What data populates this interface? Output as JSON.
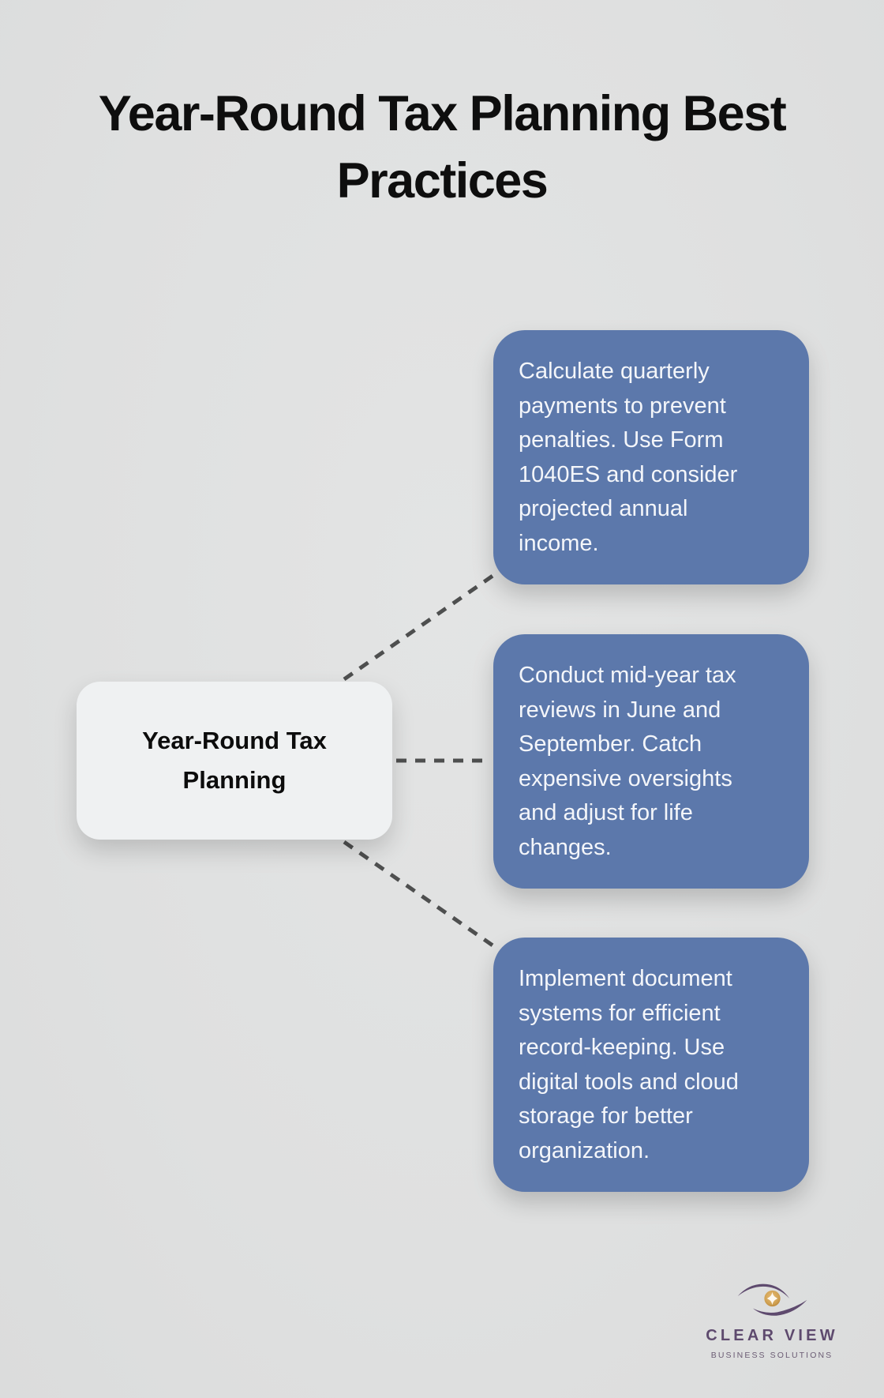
{
  "page": {
    "background_color": "#e0e1e1"
  },
  "title": {
    "text": "Year-Round Tax Planning Best\nPractices",
    "color": "#0e0e0e"
  },
  "diagram": {
    "center_node": {
      "label": "Year-Round Tax\nPlanning",
      "background_color": "#eff1f2"
    },
    "connector_color": "#4e4f4f",
    "branch_background_color": "#5c78ab",
    "branch_text_color": "#f4f6fa",
    "branches": [
      {
        "text": "Calculate quarterly\npayments to prevent\npenalties. Use Form\n1040ES and consider\nprojected annual\nincome."
      },
      {
        "text": "Conduct mid-year tax\nreviews in June and\nSeptember. Catch\nexpensive oversights\nand adjust for life\nchanges."
      },
      {
        "text": "Implement document\nsystems for efficient\nrecord-keeping. Use\ndigital tools and cloud\nstorage for better\norganization."
      }
    ]
  },
  "logo": {
    "name": "CLEAR VIEW",
    "tagline": "BUSINESS SOLUTIONS",
    "text_color": "#5e4a6e",
    "eye_color": "#5e4a6e",
    "iris_gold_color": "#cfa153"
  }
}
